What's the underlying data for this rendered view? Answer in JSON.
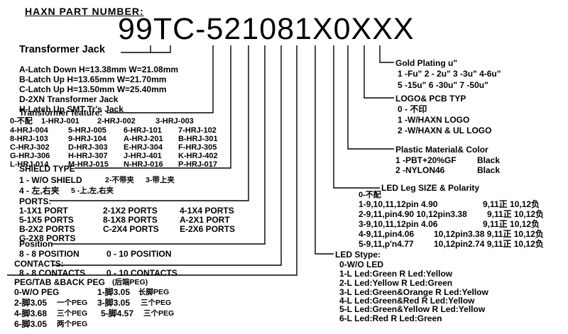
{
  "heading": "HAXN PART NUMBER:",
  "part_number": "99TC-521081X0XXX",
  "transformer_jack": {
    "title": "Transformer Jack",
    "items": [
      "A-Latch Down H=13.38mm W=21.08mm",
      "B-Latch Up H=13.65mm W=21.70mm",
      "C-Latch Up H=13.50mm W=25.40mm",
      "D-2XN Transformer Jack",
      "H-Latch Up SMT Tr's Jack"
    ]
  },
  "transformer_feature": {
    "title": "Transformer feature:",
    "rows": [
      [
        "0-不配",
        "1-HRJ-001",
        "2-HRJ-002",
        "3-HRJ-003"
      ],
      [
        "4-HRJ-004",
        "5-HRJ-005",
        "6-HRJ-101",
        "7-HRJ-102"
      ],
      [
        "8-HRJ-103",
        "9-HRJ-104",
        "A-HRJ-201",
        "B-HRJ-301"
      ],
      [
        "C-HRJ-302",
        "D-HRJ-303",
        "E-HRJ-304",
        "F-HRJ-305"
      ],
      [
        "G-HRJ-306",
        "H-HRJ-307",
        "J-HRJ-401",
        "K-HRJ-402"
      ],
      [
        "L-HRJ-014",
        "M-HRJ-015",
        "N-HRJ-016",
        "P-HRJ-017"
      ]
    ]
  },
  "shield_type": {
    "title": "SHIELD TYPE",
    "rows": [
      [
        "1 - W/O SHIELD",
        "2-不带夹",
        "3-带上夹"
      ],
      [
        "4 - 左,右夹",
        "5 -上,左,右夹"
      ]
    ]
  },
  "ports": {
    "title": "PORTS:",
    "rows": [
      [
        "1-1X1 PORT",
        "2-1X2 PORTS",
        "4-1X4 PORTS"
      ],
      [
        "5-1X5 PORTS",
        "8-1X8 PORTS",
        "A-2X1 PORT"
      ],
      [
        "B-2X2 PORTS",
        "C-2X4 PORTS",
        "E-2X6 PORTS"
      ],
      [
        "G-2X8 PORTS"
      ]
    ]
  },
  "position": {
    "title": "Position",
    "row": [
      "8 - 8 POSITION",
      "0 - 10 POSITION"
    ]
  },
  "contacts": {
    "title": "CONTACTS:",
    "row": [
      "8 - 8 CONTACTS",
      "0 - 10 CONTACTS"
    ]
  },
  "peg": {
    "title": "PEG/TAB &BACK PEG",
    "title_note": "(后端PEG)",
    "rows": [
      [
        {
          "code": "0-W/O PEG",
          "note": ""
        },
        {
          "code": "1-脚3.05",
          "note": "长脚PEG"
        }
      ],
      [
        {
          "code": "2-脚3.05",
          "note": "一个PEG"
        },
        {
          "code": "3-脚3.05",
          "note": "三个PEG"
        }
      ],
      [
        {
          "code": "4-脚3.68",
          "note": "三个PEG"
        },
        {
          "code": "5-脚4.57",
          "note": "三个PEG"
        }
      ],
      [
        {
          "code": "6-脚3.05",
          "note": "两个PEG"
        }
      ]
    ]
  },
  "gold_plating": {
    "title": "Gold Plating u\"",
    "rows": [
      "1 -Fu\" 2 - 2u\" 3 -3u\" 4-6u\"",
      "5 -15u\" 6 -30u\" 7 -50u\""
    ]
  },
  "logo_pcb": {
    "title": "LOGO& PCB TYP",
    "rows": [
      "0 - 不印",
      "1 -W/HAXN LOGO",
      "2 -W/HAXN & UL LOGO"
    ]
  },
  "plastic": {
    "title": "Plastic Material& Color",
    "rows": [
      [
        "1 -PBT+20%GF",
        "Black"
      ],
      [
        "2 -NYLON46",
        "Black"
      ]
    ]
  },
  "led_leg": {
    "title": "LED Leg SIZE & Polarity",
    "rows": [
      [
        "0-不配"
      ],
      [
        "1-9,10,11,12pin 4.90",
        "9,11正 10,12负"
      ],
      [
        "2-9,11,pin4.90 10,12pin3.38",
        "9,11正 10,12负"
      ],
      [
        "3-9,10,11,12pin 4.06",
        "9,11正 10,12负"
      ],
      [
        "4-9,11,pin4.06",
        "10,12pin3.38 9,11正 10,12负"
      ],
      [
        "5-9,11,p'n4.77",
        "10,12pin2.74 9,11正 10,12负"
      ]
    ]
  },
  "led_style": {
    "title": "LED Stype:",
    "rows": [
      "0-W/O LED",
      "1-L Led:Green R Led:Yellow",
      "2-L Led:Yellow R Led:Green",
      "3-L Led:Green&Orange R Led:Yellow",
      "4-L Led:Green&Red R Led:Yellow",
      "5-L Led:Green&Yellow R Led:Yellow",
      "6-L Led:Red R Led:Green"
    ]
  }
}
